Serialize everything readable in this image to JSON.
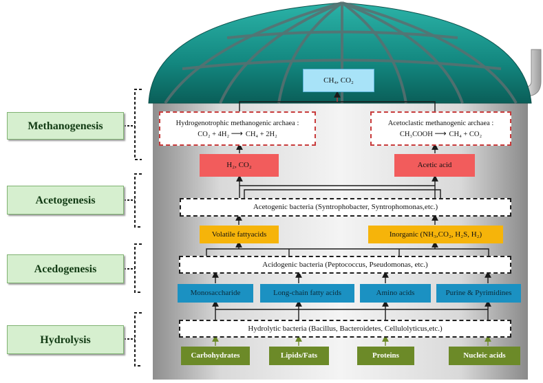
{
  "stages": {
    "methanogenesis": "Methanogenesis",
    "acetogenesis": "Acetogenesis",
    "acedogenesis": "Acedogenesis",
    "hydrolysis": "Hydrolysis"
  },
  "gas_output": "CH₄, CO₂",
  "methanogens": {
    "hydrogenotrophic": {
      "title": "Hydrogenotrophic methanogenic archaea :",
      "reactants": "CO₂ + 4H₂",
      "products": "CH₄ + 2H₂"
    },
    "acetoclastic": {
      "title": "Acetoclastic methanogenic archaea :",
      "reactants": "CH₃COOH",
      "products": "CH₄ + CO₂"
    }
  },
  "acetogenesis_products": {
    "h2_co2": "H₂, CO₂",
    "acetic_acid": "Acetic acid"
  },
  "acetogenic_bacteria": "Acetogenic bacteria (Syntrophobacter, Syntrophomonas,etc.)",
  "acidogenesis_products": {
    "vfa": "Volatile fattyacids",
    "inorganic": "Inorganic (NH₃,CO₂, H₂S, H₂)"
  },
  "acidogenic_bacteria": "Acidogenic bacteria (Peptococcus, Pseudomonas, etc.)",
  "hydrolysis_products": {
    "monosaccharide": "Monosaccharide",
    "lcfa": "Long-chain fatty acids",
    "amino_acids": "Amino acids",
    "purine": "Purine & Pyrimidines"
  },
  "hydrolytic_bacteria": "Hydrolytic bacteria (Bacillus, Bacteroidetes, Cellulolyticus,etc.)",
  "substrates": {
    "carbohydrates": "Carbohydrates",
    "lipids": "Lipids/Fats",
    "proteins": "Proteins",
    "nucleic_acids": "Nucleic acids"
  },
  "colors": {
    "dome": "#1c9c93",
    "tank": "#c9c9c9",
    "stage_fill": "#d6efcf",
    "red": "#f25c5c",
    "orange": "#f6b40a",
    "blue": "#1b91c2",
    "green": "#6c8a28"
  }
}
